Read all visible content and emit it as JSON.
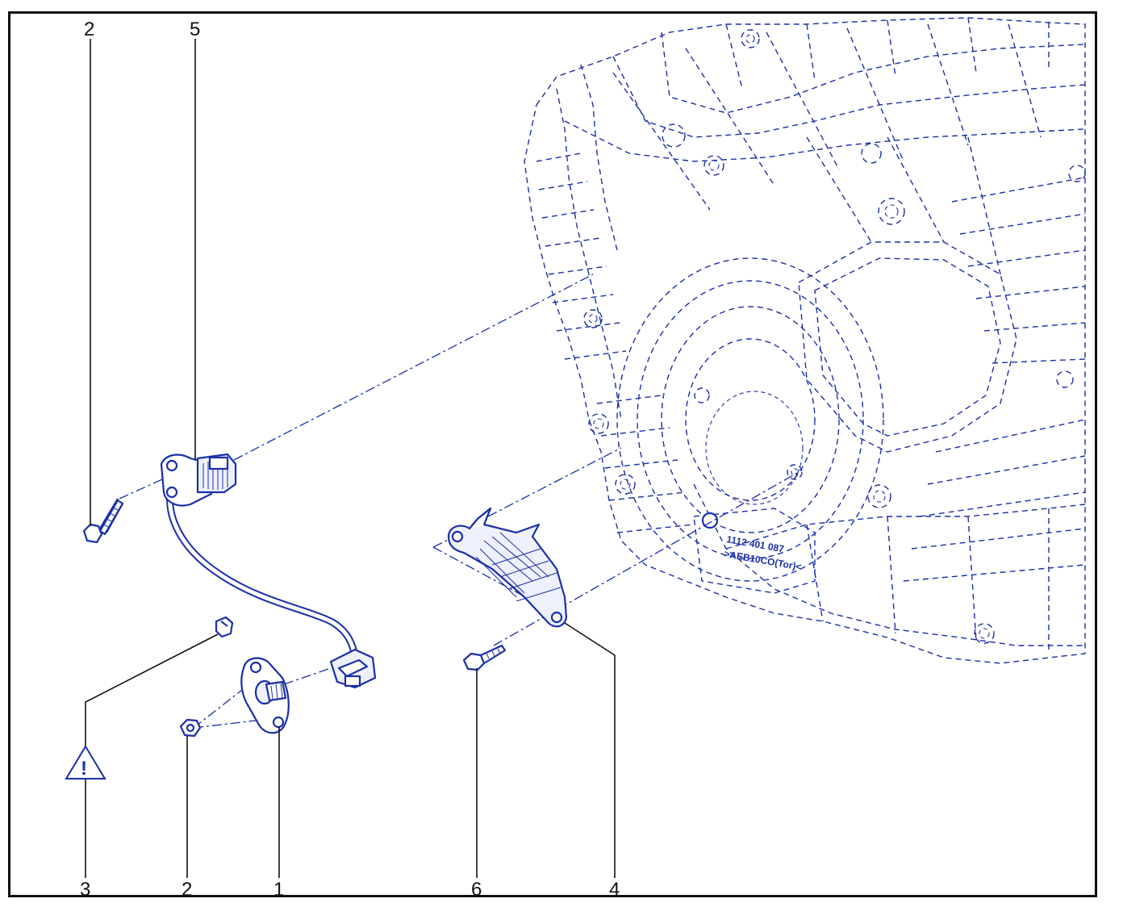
{
  "callouts": {
    "top_2": "2",
    "top_5": "5",
    "bottom_3": "3",
    "bottom_2": "2",
    "bottom_1": "1",
    "bottom_6": "6",
    "bottom_4": "4"
  },
  "warning_symbol": "!",
  "housing_stamp": {
    "line1": "1112 401 087",
    "line2": ">AEB10CO(Tor)<"
  },
  "colors": {
    "line_art": "#1a2fa8",
    "callout_text": "#111111",
    "frame": "#111111"
  },
  "icons": [
    "warning-triangle-icon"
  ]
}
